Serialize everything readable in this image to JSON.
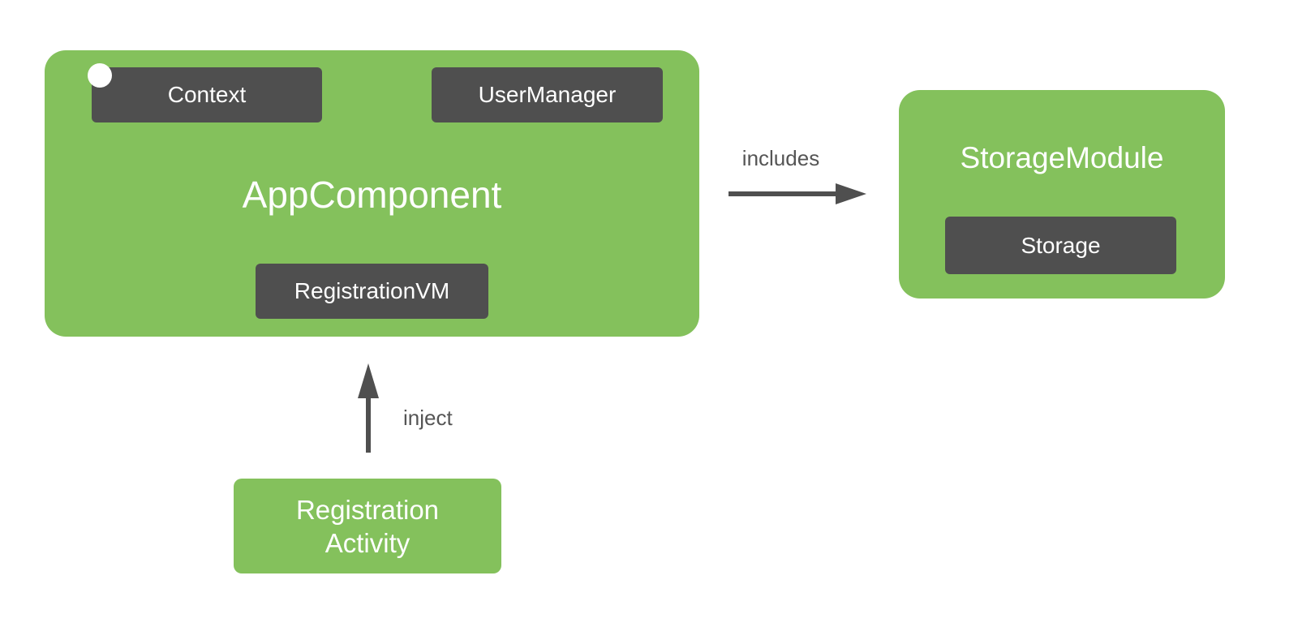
{
  "colors": {
    "green": "#84c15c",
    "dark": "#4f4f4f",
    "label": "#555555",
    "background": "#ffffff",
    "text_on_boxes": "#ffffff"
  },
  "app_component": {
    "title": "AppComponent",
    "dependencies": [
      {
        "label": "Context"
      },
      {
        "label": "UserManager"
      },
      {
        "label": "RegistrationVM"
      }
    ]
  },
  "storage_module": {
    "title": "StorageModule",
    "dependencies": [
      {
        "label": "Storage"
      }
    ]
  },
  "registration_activity": {
    "line1": "Registration",
    "line2": "Activity"
  },
  "edges": {
    "includes_label": "includes",
    "inject_label": "inject"
  }
}
